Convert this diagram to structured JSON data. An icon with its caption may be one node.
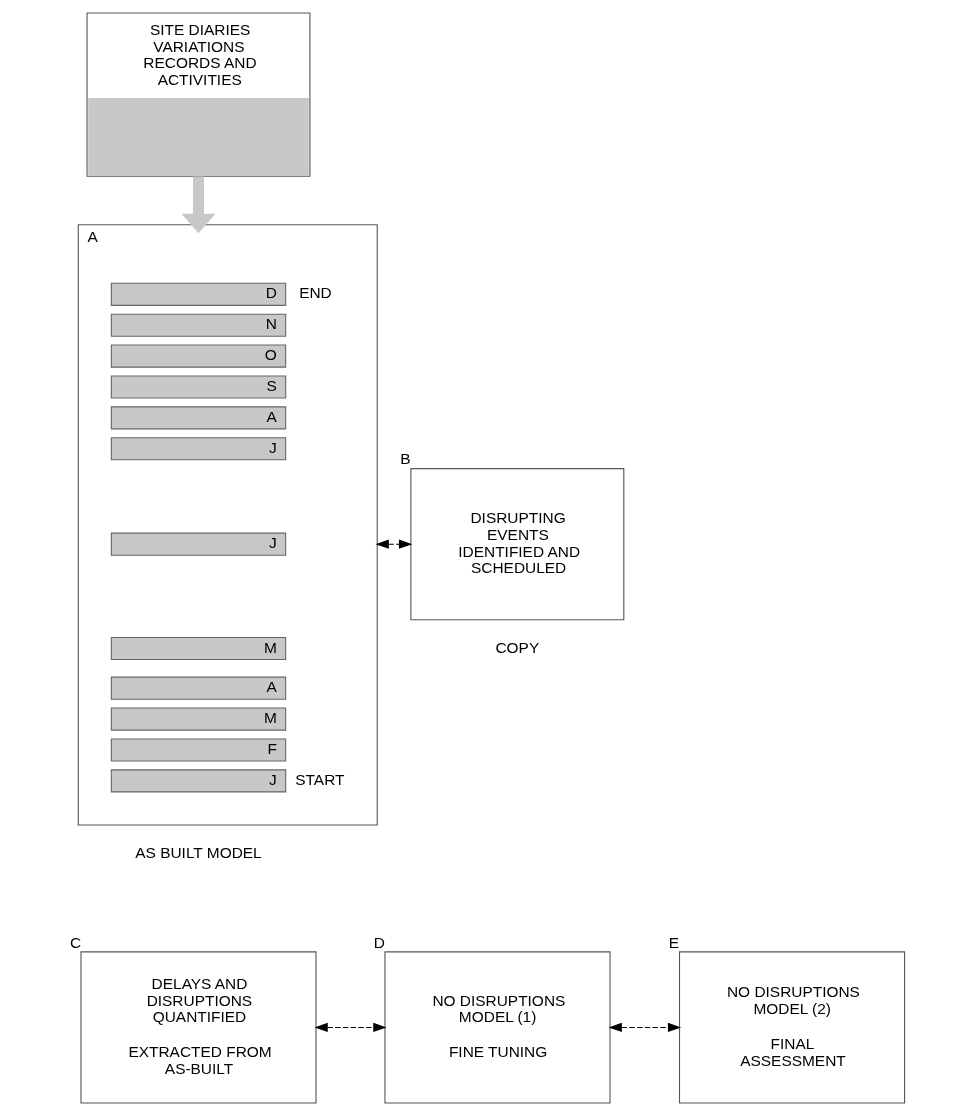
{
  "diagram": {
    "nodes": [
      {
        "text": [
          "SITE DIARIES VARIATIONS RECORDS AND ACTIVITIES"
        ]
      },
      {
        "text": [],
        "shape": "box",
        "beside": [
          "A",
          "AS BUILT MODEL"
        ]
      },
      {
        "text": [
          "D"
        ],
        "in": 1,
        "beside": [
          "END"
        ]
      },
      {
        "text": [
          "N"
        ],
        "in": 1
      },
      {
        "text": [
          "O"
        ],
        "in": 1
      },
      {
        "text": [
          "S"
        ],
        "in": 1
      },
      {
        "text": [
          "A"
        ],
        "in": 1
      },
      {
        "text": [
          "J"
        ],
        "in": 1
      },
      {
        "text": [
          "J"
        ],
        "in": 1
      },
      {
        "text": [
          "M"
        ],
        "in": 1
      },
      {
        "text": [
          "A"
        ],
        "in": 1
      },
      {
        "text": [
          "M"
        ],
        "in": 1
      },
      {
        "text": [
          "F"
        ],
        "in": 1
      },
      {
        "text": [
          "J"
        ],
        "in": 1,
        "beside": [
          "START"
        ]
      },
      {
        "text": [
          "DISRUPTING EVENTS IDENTIFIED AND SCHEDULED"
        ],
        "beside": [
          "B",
          "COPY"
        ]
      },
      {
        "text": [
          "DELAYS AND DISRUPTIONS QUANTIFIED",
          "EXTRACTED FROM AS-BUILT"
        ],
        "beside": [
          "C"
        ]
      },
      {
        "text": [
          "NO DISRUPTIONS MODEL (1)",
          "FINE TUNING"
        ],
        "beside": [
          "D"
        ]
      },
      {
        "text": [
          "NO DISRUPTIONS MODEL (2)",
          "FINAL ASSESSMENT"
        ],
        "beside": [
          "E"
        ]
      }
    ],
    "edges": [
      {
        "from": 0,
        "to": 1,
        "arrow": "to",
        "style": "thick",
        "color": "#c8c8c8"
      },
      {
        "from": 1,
        "to": 14,
        "arrow": "both",
        "style": "dashed"
      },
      {
        "from": 15,
        "to": 16,
        "arrow": "both",
        "style": "dashed"
      },
      {
        "from": 16,
        "to": 17,
        "arrow": "both",
        "style": "dashed"
      }
    ]
  }
}
